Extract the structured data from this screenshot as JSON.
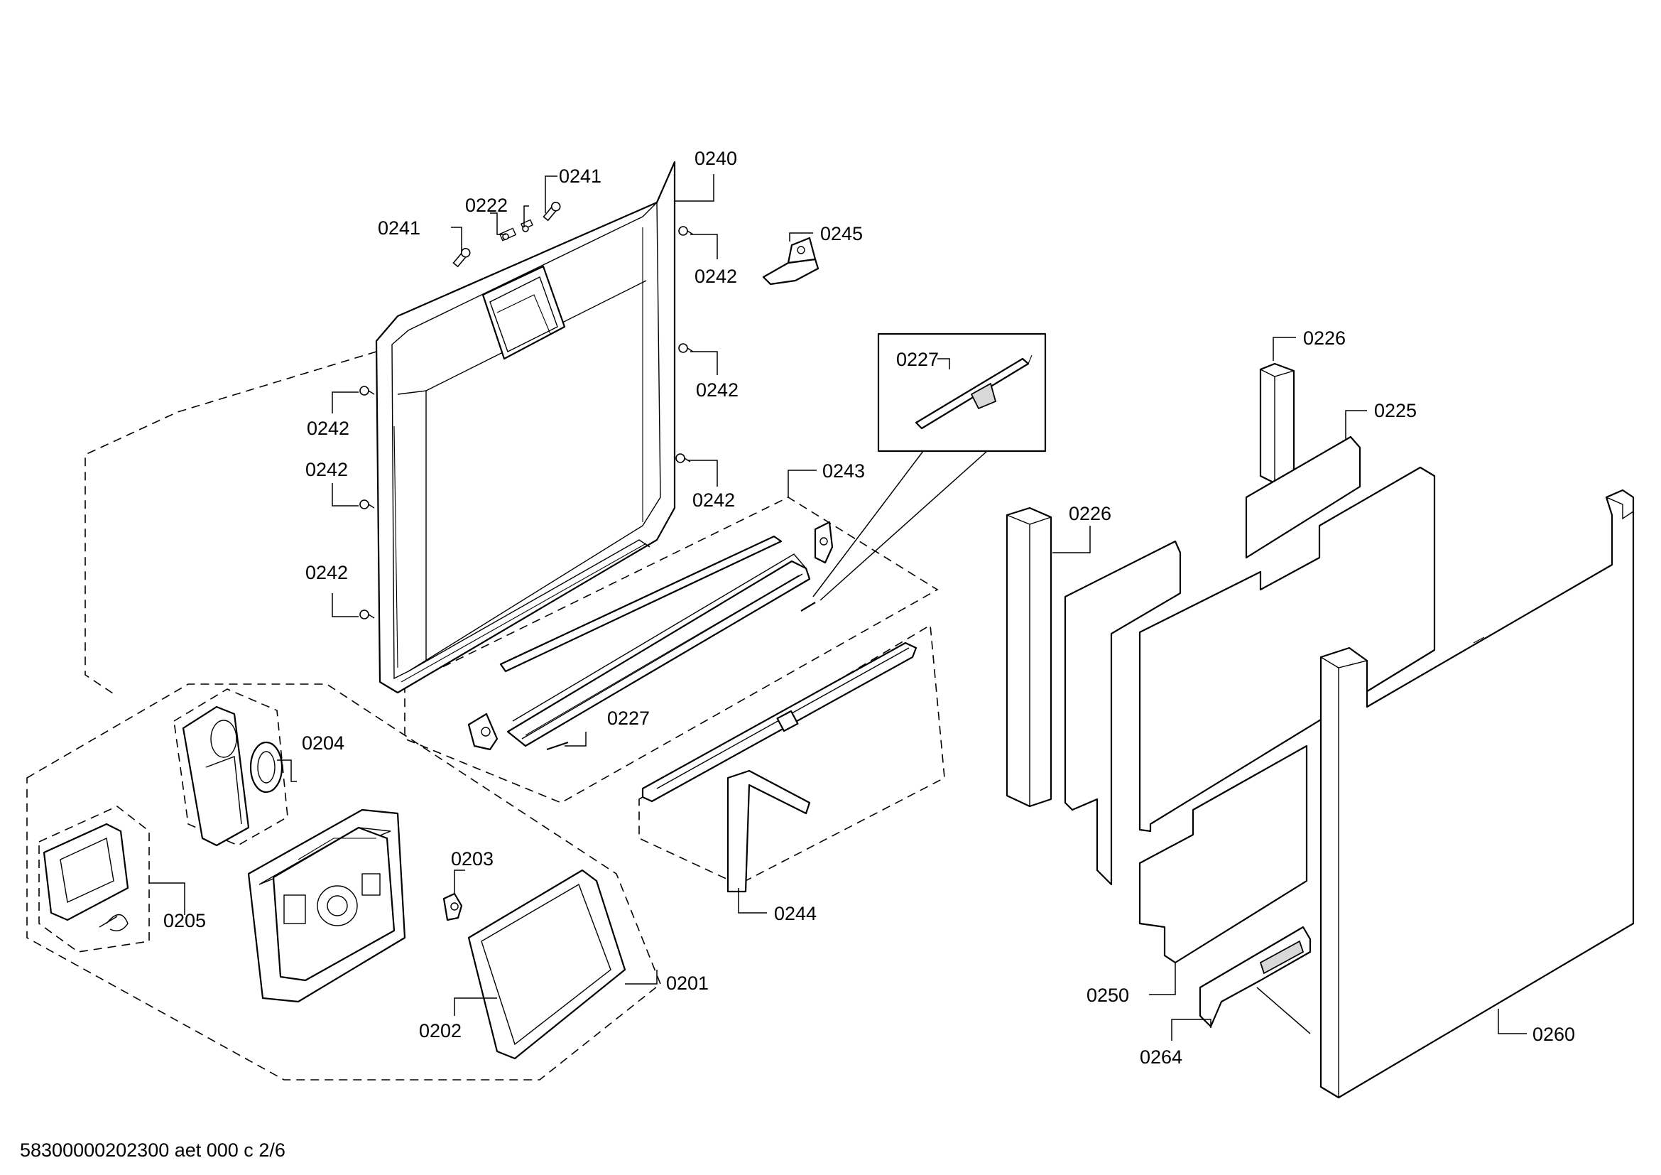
{
  "callouts": {
    "c0240": "0240",
    "c0241_top": "0241",
    "c0241_left": "0241",
    "c0222": "0222",
    "c0245": "0245",
    "c0242_r1": "0242",
    "c0242_r2": "0242",
    "c0242_r3": "0242",
    "c0242_l1": "0242",
    "c0242_l2": "0242",
    "c0242_l3": "0242",
    "c0227_box": "0227",
    "c0227_low": "0227",
    "c0243": "0243",
    "c0244": "0244",
    "c0226_top": "0226",
    "c0226_left": "0226",
    "c0225": "0225",
    "c0250": "0250",
    "c0264": "0264",
    "c0260": "0260",
    "c0204": "0204",
    "c0205": "0205",
    "c0203": "0203",
    "c0202": "0202",
    "c0201": "0201"
  },
  "footer": {
    "doc_id": "58300000202300 aet 000 c 2/6"
  }
}
